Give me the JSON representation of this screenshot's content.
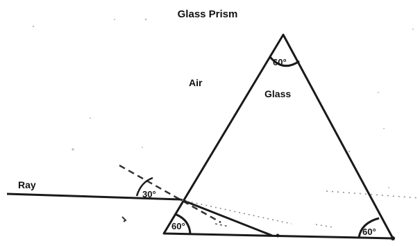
{
  "diagram": {
    "title": "Glass Prism",
    "regions": {
      "air": "Air",
      "glass": "Glass"
    },
    "ray_label": "Ray",
    "angles": {
      "apex": "60°",
      "bottom_left": "60°",
      "bottom_right": "60°",
      "incidence": "30°"
    }
  }
}
